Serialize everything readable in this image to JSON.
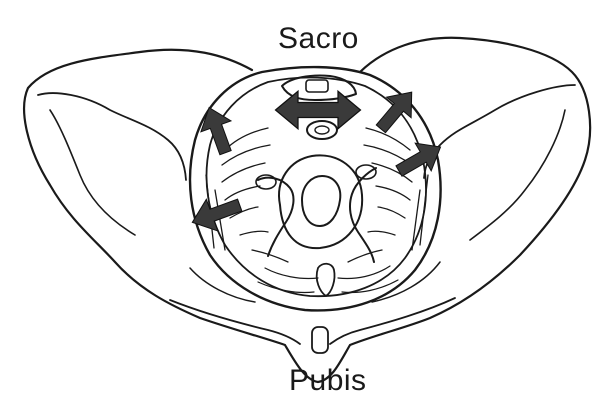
{
  "labels": {
    "top": "Sacro",
    "bottom": "Pubis"
  },
  "colors": {
    "ink": "#1a1a1a",
    "arrow": "#3a3a3a",
    "paper": "#ffffff"
  },
  "arrows": [
    {
      "name": "arrow-upper-left"
    },
    {
      "name": "arrow-top-center"
    },
    {
      "name": "arrow-upper-right"
    },
    {
      "name": "arrow-right"
    },
    {
      "name": "arrow-lower-left"
    }
  ]
}
